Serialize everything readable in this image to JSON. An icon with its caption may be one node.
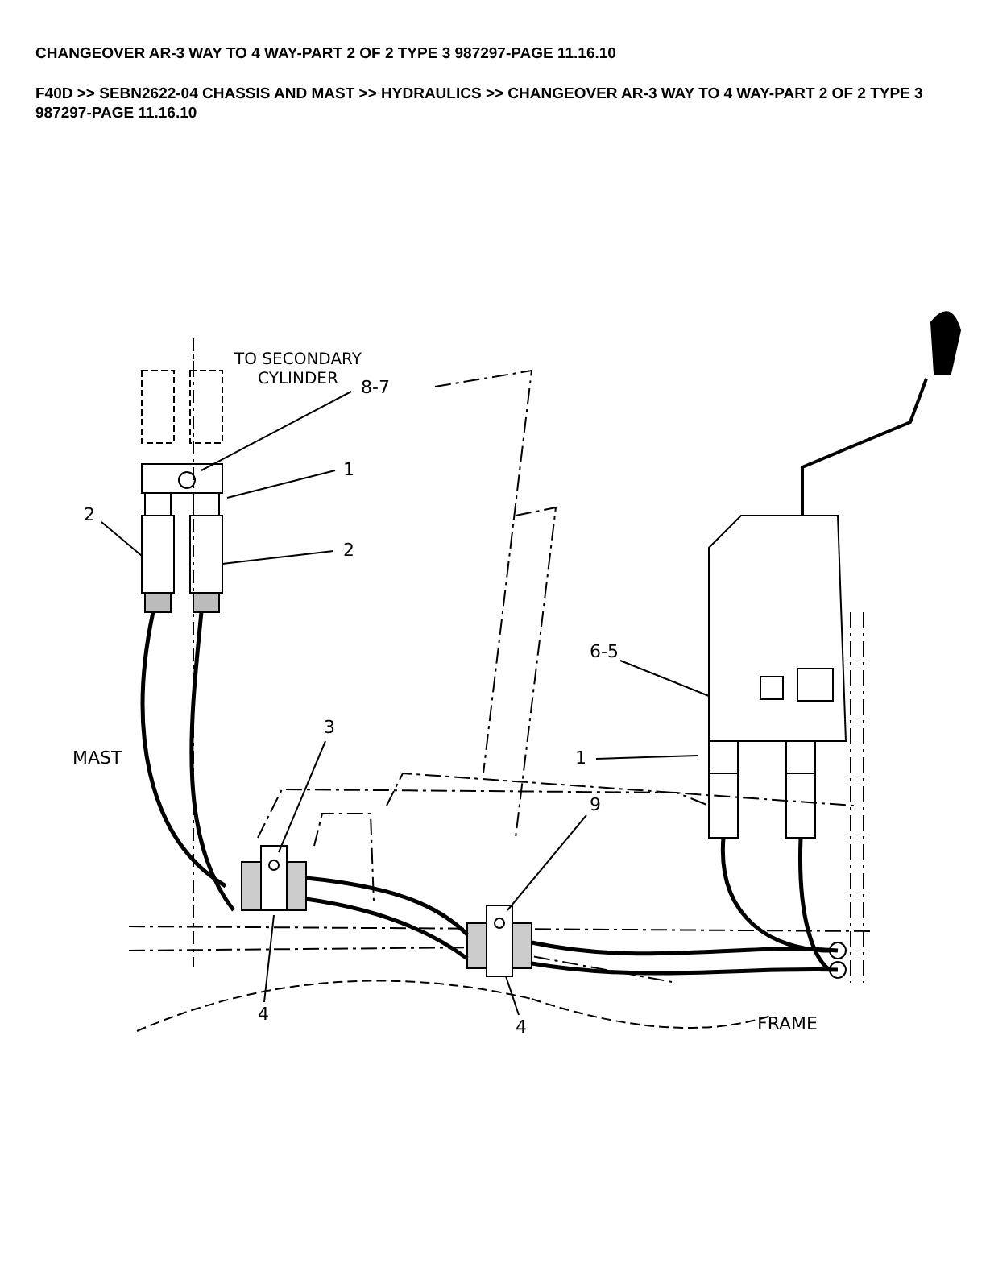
{
  "diagram": {
    "title": "CHANGEOVER AR-3 WAY TO 4 WAY-PART 2 OF 2 TYPE 3 987297-PAGE 11.16.10",
    "nodes": [
      {
        "text": [
          "8-7"
        ]
      },
      {
        "text": [
          "1"
        ]
      },
      {
        "text": [
          "2"
        ]
      },
      {
        "text": [
          "2"
        ]
      },
      {
        "text": [
          "6-5"
        ]
      },
      {
        "text": [
          "3"
        ]
      },
      {
        "text": [
          "1"
        ]
      },
      {
        "text": [
          "9"
        ]
      },
      {
        "text": [
          "4"
        ]
      },
      {
        "text": [
          "4"
        ]
      }
    ],
    "edges": [
      {
        "from": 0,
        "to": null,
        "arrow": "none"
      },
      {
        "from": 1,
        "to": null,
        "arrow": "none"
      },
      {
        "from": 2,
        "to": null,
        "arrow": "none"
      },
      {
        "from": 3,
        "to": null,
        "arrow": "none"
      },
      {
        "from": 4,
        "to": null,
        "arrow": "none"
      },
      {
        "from": 5,
        "to": null,
        "arrow": "none"
      },
      {
        "from": 6,
        "to": null,
        "arrow": "none"
      },
      {
        "from": 7,
        "to": null,
        "arrow": "none"
      },
      {
        "from": 8,
        "to": null,
        "arrow": "none"
      },
      {
        "from": 9,
        "to": null,
        "arrow": "none"
      }
    ],
    "labels": [
      "F40D >> SEBN2622-04 CHASSIS AND MAST >> HYDRAULICS >> CHANGEOVER AR-3 WAY TO 4 WAY-PART 2 OF 2 TYPE 3 987297-PAGE 11.16.10",
      "TO SECONDARY CYLINDER",
      "MAST",
      "FRAME"
    ]
  }
}
